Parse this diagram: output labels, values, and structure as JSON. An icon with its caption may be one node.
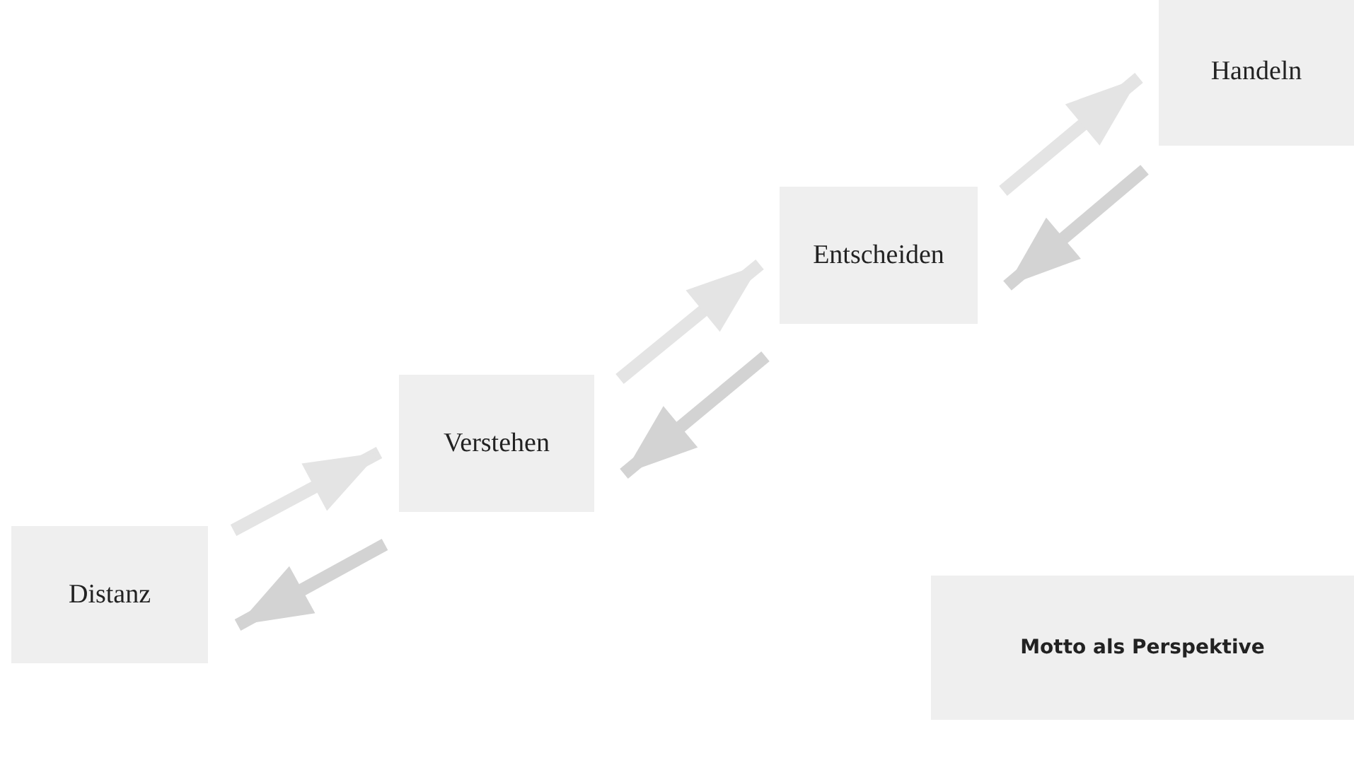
{
  "diagram": {
    "nodes": [
      {
        "text": [
          "Distanz"
        ]
      },
      {
        "text": [
          "Verstehen"
        ]
      },
      {
        "text": [
          "Entscheiden"
        ]
      },
      {
        "text": [
          "Handeln"
        ]
      },
      {
        "text": [
          "Motto als Perspektive"
        ]
      }
    ],
    "edges": [
      {
        "from": 0,
        "to": 1,
        "arrow": "to"
      },
      {
        "from": 1,
        "to": 0,
        "arrow": "to",
        "color": "#d3d3d3"
      },
      {
        "from": 1,
        "to": 2,
        "arrow": "to"
      },
      {
        "from": 2,
        "to": 1,
        "arrow": "to",
        "color": "#d3d3d3"
      },
      {
        "from": 2,
        "to": 3,
        "arrow": "to"
      },
      {
        "from": 3,
        "to": 2,
        "arrow": "to",
        "color": "#d3d3d3"
      }
    ]
  }
}
